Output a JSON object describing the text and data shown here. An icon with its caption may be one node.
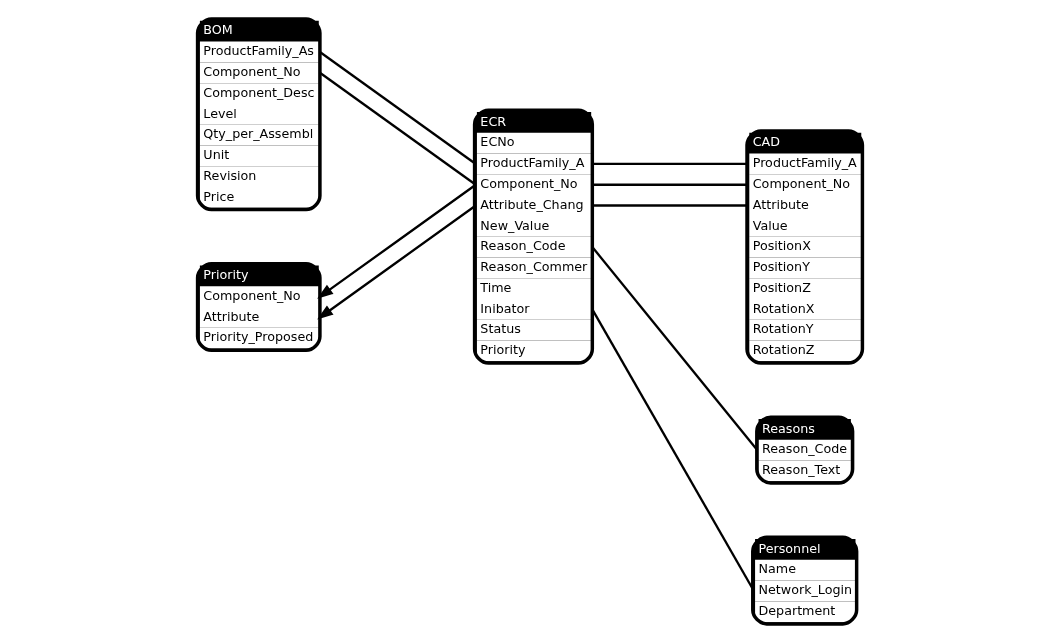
{
  "diagram": {
    "nodes": [
      {
        "text": [
          "BOM",
          "ProductFamily_As",
          "Component_No",
          "Component_Desc",
          "Level",
          "Qty_per_Assembl",
          "Unit",
          "Revision",
          "Price"
        ]
      },
      {
        "text": [
          "ECR",
          "ECNo",
          "ProductFamily_A",
          "Component_No",
          "Attribute_Chang",
          "New_Value",
          "Reason_Code",
          "Reason_Commer",
          "Time",
          "Inibator",
          "Status",
          "Priority"
        ]
      },
      {
        "text": [
          "CAD",
          "ProductFamily_A",
          "Component_No",
          "Attribute",
          "Value",
          "PositionX",
          "PositionY",
          "PositionZ",
          "RotationX",
          "RotationY",
          "RotationZ"
        ]
      },
      {
        "text": [
          "Priority",
          "Component_No",
          "Attribute",
          "Priority_Proposed"
        ]
      },
      {
        "text": [
          "Reasons",
          "Reason_Code",
          "Reason_Text"
        ]
      },
      {
        "text": [
          "Personnel",
          "Name",
          "Network_Login",
          "Department"
        ]
      }
    ],
    "edges": [
      {
        "from": 0,
        "to": 1,
        "arrow": "none"
      },
      {
        "from": 0,
        "to": 1,
        "arrow": "none"
      },
      {
        "from": 1,
        "to": 2,
        "arrow": "none"
      },
      {
        "from": 1,
        "to": 2,
        "arrow": "none"
      },
      {
        "from": 1,
        "to": 2,
        "arrow": "none"
      },
      {
        "from": 1,
        "to": 3,
        "arrow": "to"
      },
      {
        "from": 1,
        "to": 3,
        "arrow": "to"
      },
      {
        "from": 1,
        "to": 4,
        "arrow": "none"
      },
      {
        "from": 1,
        "to": 5,
        "arrow": "none"
      }
    ]
  }
}
